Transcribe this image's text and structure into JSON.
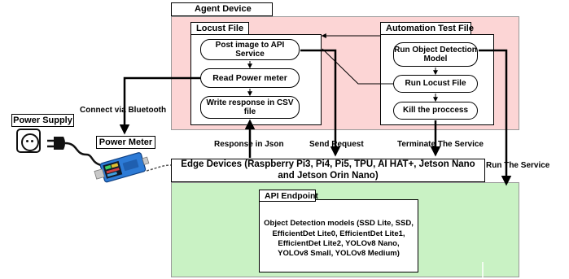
{
  "agent_device": {
    "title": "Agent Device",
    "bg": "#fcd5d5"
  },
  "locust_file": {
    "title": "Locust File",
    "steps": [
      "Post image to API Service",
      "Read Power meter",
      "Write response in CSV file"
    ]
  },
  "automation_test_file": {
    "title": "Automation Test File",
    "steps": [
      "Run Object Detection Model",
      "Run Locust File",
      "Kill the proccess"
    ]
  },
  "power_supply": {
    "title": "Power Supply"
  },
  "power_meter": {
    "title": "Power Meter"
  },
  "edge_devices": {
    "title": "Edge Devices (Raspberry Pi3, Pi4, Pi5, TPU, AI HAT+, Jetson Nano and Jetson Orin Nano)"
  },
  "api_endpoint": {
    "title": "API Endpoint",
    "bg": "#c9f2c4",
    "description": "Object Detection models (SSD Lite, SSD, EfficientDet Lite0, EfficientDet Lite1, EfficientDet Lite2, YOLOv8 Nano, YOLOv8 Small, YOLOv8 Medium)"
  },
  "edges": {
    "connect_bluetooth": "Connect via Bluetooth",
    "response_json": "Response in Json",
    "send_request": "Send Request",
    "terminate_service": "Terminate The Service",
    "run_service": "Run The Service"
  },
  "icons": [
    "power-socket-icon",
    "power-plug-icon",
    "usb-power-meter-icon"
  ]
}
